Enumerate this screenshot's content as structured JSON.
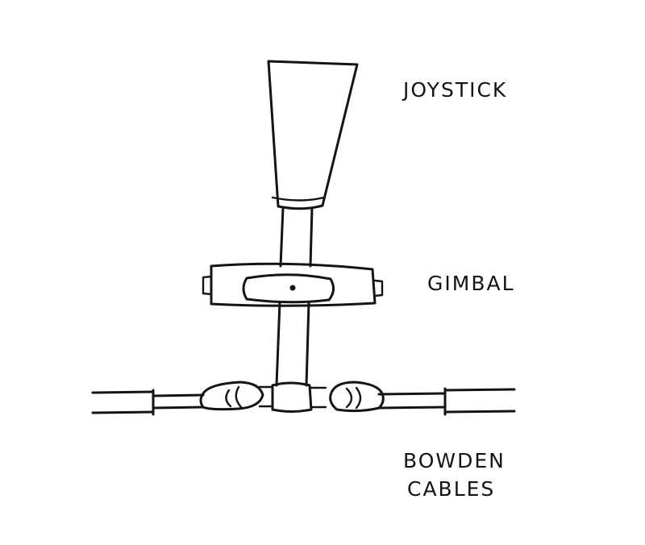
{
  "labels": {
    "joystick": "JOYSTICK",
    "gimbal": "GIMBAL",
    "bowden_line1": "BOWDEN",
    "bowden_line2": "CABLES"
  },
  "colors": {
    "ink": "#141414",
    "paper": "#ffffff"
  }
}
